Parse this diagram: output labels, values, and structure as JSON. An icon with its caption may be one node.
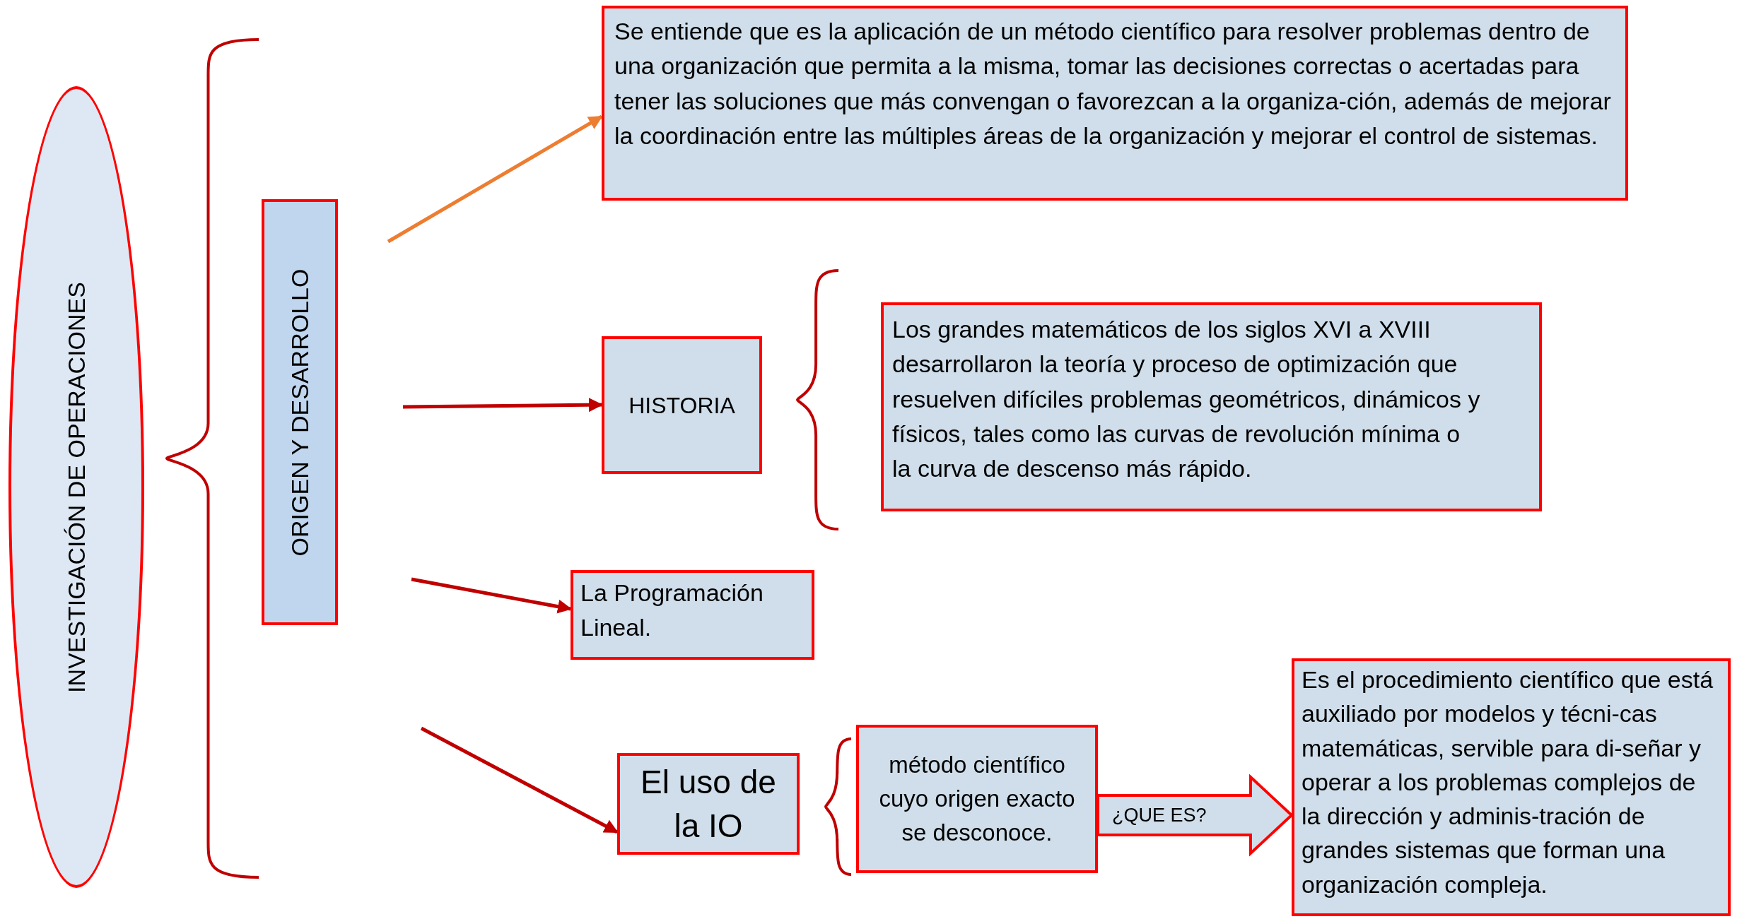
{
  "diagram": {
    "nodes": [
      {
        "text": [
          "INVESTIGACIÓN DE OPERACIONES"
        ]
      },
      {
        "text": [
          "ORIGEN Y DESARROLLO"
        ]
      },
      {
        "text": [
          "Se entiende que es la aplicación de un método científico para resolver problemas dentro de una organización que permita a la misma, tomar las decisiones correctas o acertadas para tener las soluciones que más convengan o favorezcan a la organiza-ción, además de mejorar la coordinación entre las múltiples áreas de la organización y mejorar el control de sistemas."
        ]
      },
      {
        "text": [
          "HISTORIA"
        ]
      },
      {
        "text": [
          "Los grandes matemáticos de los siglos XVI a XVIII desarrollaron la teoría y proceso de optimización que resuelven difíciles problemas geométricos, dinámicos y físicos, tales como las curvas de revolución mínima o la curva de descenso más rápido."
        ]
      },
      {
        "text": [
          "La Programación Lineal."
        ]
      },
      {
        "text": [
          "El uso de la IO"
        ]
      },
      {
        "text": [
          "método científico cuyo origen exacto se desconoce."
        ]
      },
      {
        "text": [
          "Es el procedimiento científico que está auxiliado por modelos y técni-cas matemáticas, servible para di-señar y operar a los problemas complejos de la dirección y adminis-tración de grandes sistemas que forman una organización compleja."
        ]
      }
    ],
    "edges": [
      {
        "from": null,
        "to": 2,
        "arrow": "to",
        "color": "#ed7d31"
      },
      {
        "from": null,
        "to": 3,
        "arrow": "to"
      },
      {
        "from": null,
        "to": 5,
        "arrow": "to"
      },
      {
        "from": null,
        "to": 6,
        "arrow": "to"
      },
      {
        "from": 7,
        "to": 8,
        "arrow": "to",
        "label": "¿QUE ES?",
        "style": "thick"
      }
    ]
  }
}
